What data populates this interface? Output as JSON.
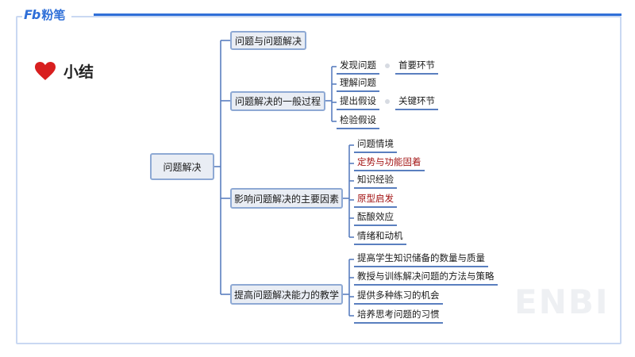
{
  "brand": {
    "logo_mark": "Fb",
    "logo_text": "粉笔"
  },
  "summary": {
    "title": "小结"
  },
  "watermark": "ENBI",
  "root": {
    "label": "问题解决"
  },
  "branches": [
    {
      "label": "问题与问题解决"
    },
    {
      "label": "问题解决的一般过程",
      "children": [
        {
          "label": "发现问题",
          "tag": "首要环节"
        },
        {
          "label": "理解问题"
        },
        {
          "label": "提出假设",
          "tag": "关键环节"
        },
        {
          "label": "检验假设"
        }
      ]
    },
    {
      "label": "影响问题解决的主要因素",
      "children": [
        {
          "label": "问题情境"
        },
        {
          "label": "定势与功能固着",
          "highlight": true
        },
        {
          "label": "知识经验"
        },
        {
          "label": "原型启发",
          "highlight": true
        },
        {
          "label": "酝酿效应"
        },
        {
          "label": "情绪和动机"
        }
      ]
    },
    {
      "label": "提高问题解决能力的教学",
      "children": [
        {
          "label": "提高学生知识储备的数量与质量"
        },
        {
          "label": "教授与训练解决问题的方法与策略"
        },
        {
          "label": "提供多种练习的机会"
        },
        {
          "label": "培养思考问题的习惯"
        }
      ]
    }
  ],
  "colors": {
    "accent": "#2f6fd8",
    "highlight": "#a31515",
    "box_border": "#8ea9d4",
    "box_fill": "#e9edf4"
  }
}
